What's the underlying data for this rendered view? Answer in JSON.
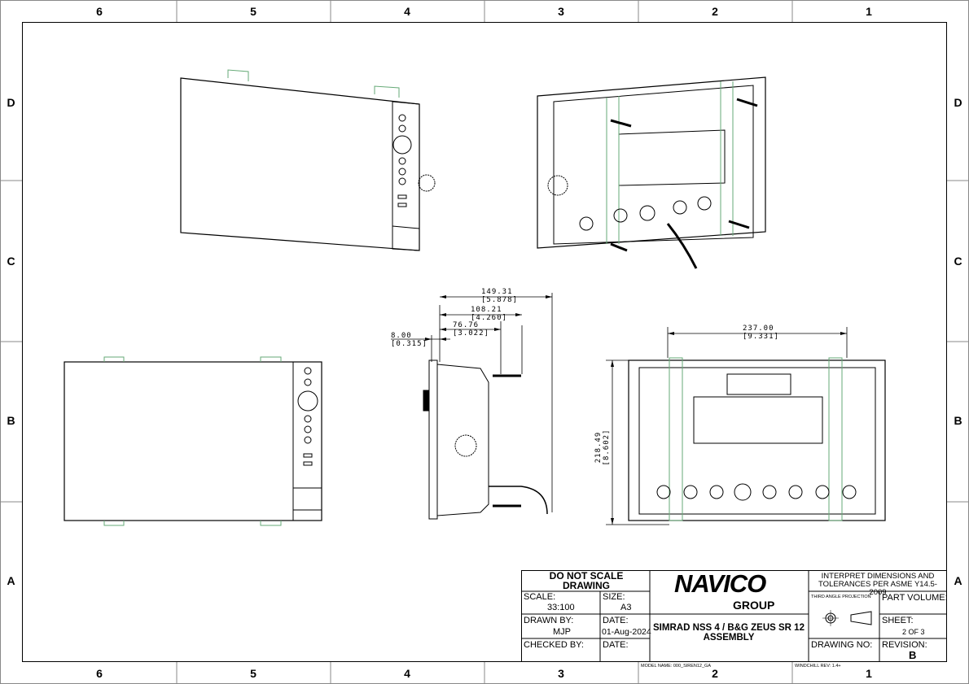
{
  "zones": {
    "columns": [
      "6",
      "5",
      "4",
      "3",
      "2",
      "1"
    ],
    "rows": [
      "D",
      "C",
      "B",
      "A"
    ]
  },
  "dimensions": {
    "side_offset": {
      "mm": "8.00",
      "in": "[0.315]"
    },
    "side_depth_1": {
      "mm": "76.76",
      "in": "[3.022]"
    },
    "side_depth_2": {
      "mm": "108.21",
      "in": "[4.260]"
    },
    "side_depth_3": {
      "mm": "149.31",
      "in": "[5.878]"
    },
    "rear_width": {
      "mm": "237.00",
      "in": "[9.331]"
    },
    "rear_height": {
      "mm": "218.49",
      "in": "[8.602]"
    }
  },
  "title_block": {
    "do_not_scale": "DO NOT SCALE DRAWING",
    "scale_label": "SCALE:",
    "scale_value": "33:100",
    "size_label": "SIZE:",
    "size_value": "A3",
    "drawn_by_label": "DRAWN BY:",
    "drawn_by_value": "MJP",
    "date_label": "DATE:",
    "date_value": "01-Aug-2024",
    "checked_by_label": "CHECKED BY:",
    "checked_date_label": "DATE:",
    "logo_main": "NAVICO",
    "logo_sub": "GROUP",
    "title": "SIMRAD NSS 4 / B&G ZEUS SR 12 ASSEMBLY",
    "interpret": "INTERPRET DIMENSIONS AND TOLERANCES PER ASME Y14.5-2009",
    "projection": "THIRD ANGLE PROJECTION",
    "part_volume_label": "PART VOLUME:",
    "sheet_label": "SHEET:",
    "sheet_value": "2 OF 3",
    "drawing_no_label": "DRAWING NO:",
    "revision_label": "REVISION:",
    "revision_value": "B",
    "model_name": "MODEL NAME: 000_SIREN12_GA",
    "windchill_rev": "WINDCHILL REV: 1.4+"
  }
}
